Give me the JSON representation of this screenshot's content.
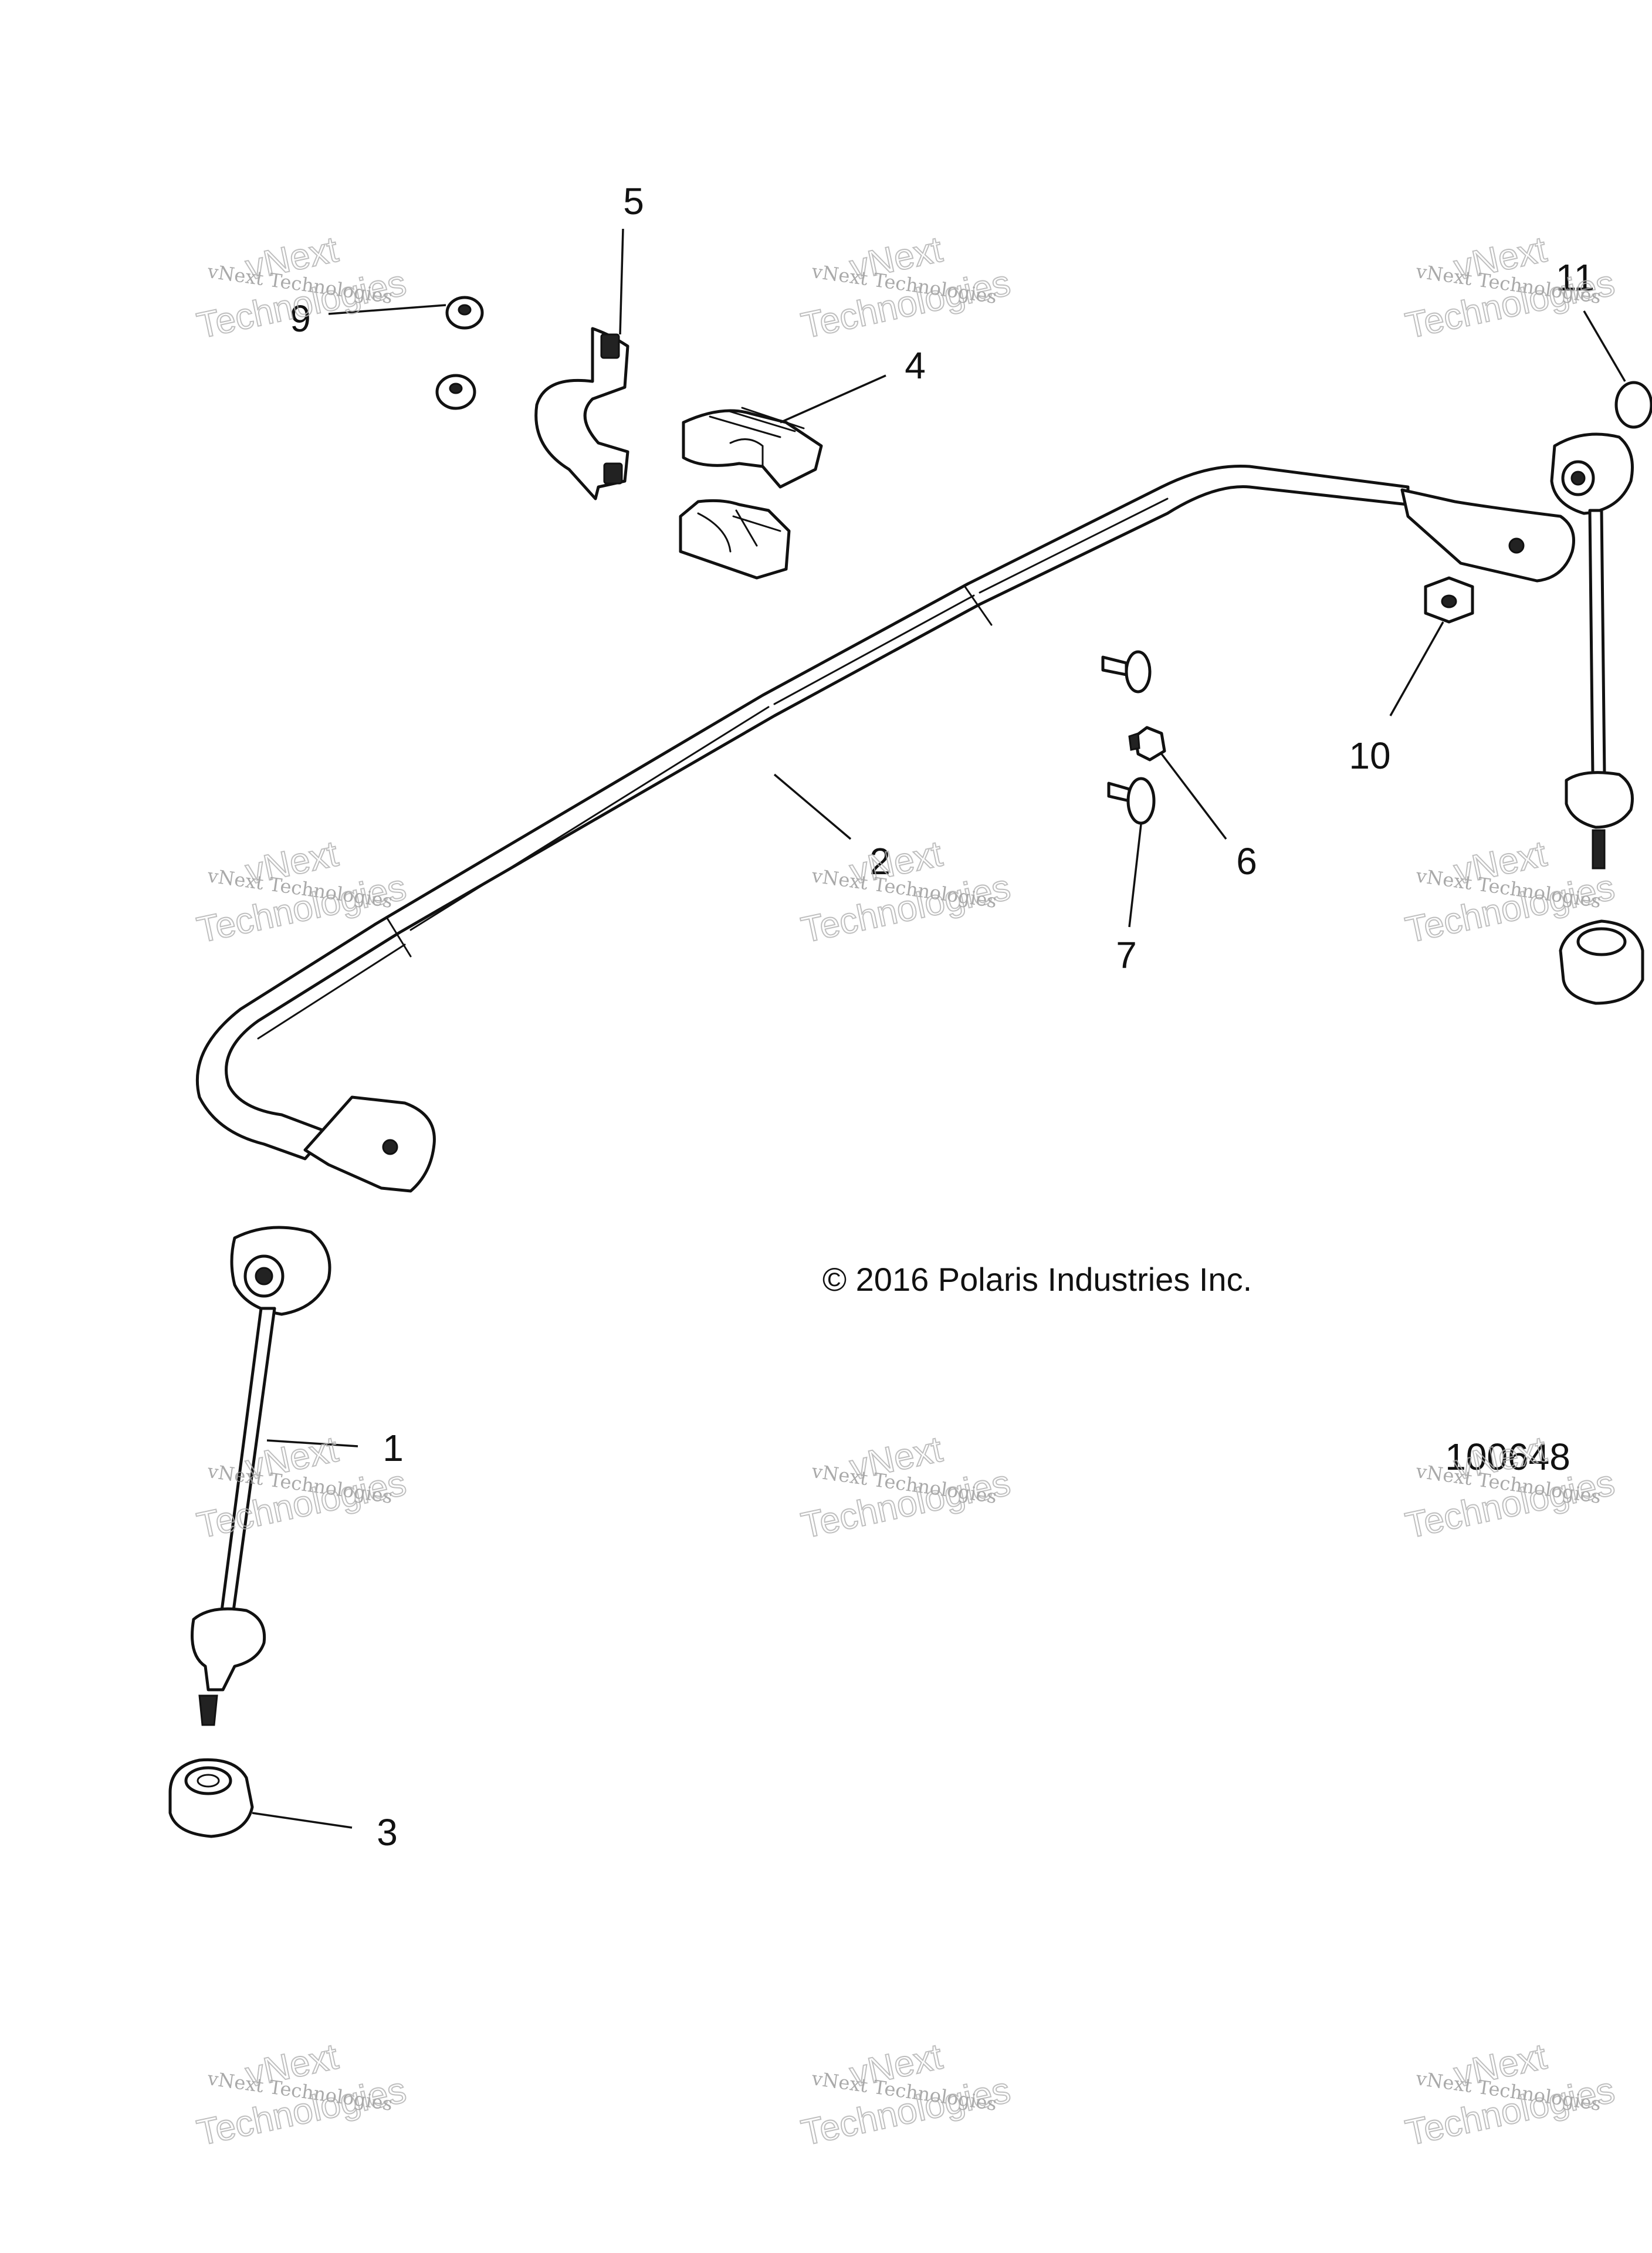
{
  "copyright": "© 2016 Polaris Industries Inc.",
  "figure_id": "100648",
  "watermark": {
    "line1": "vNext Technologies",
    "line2": "vNext",
    "line3": "Technologies"
  },
  "callouts": [
    "1",
    "2",
    "3",
    "4",
    "5",
    "6",
    "7",
    "9",
    "10",
    "11"
  ]
}
